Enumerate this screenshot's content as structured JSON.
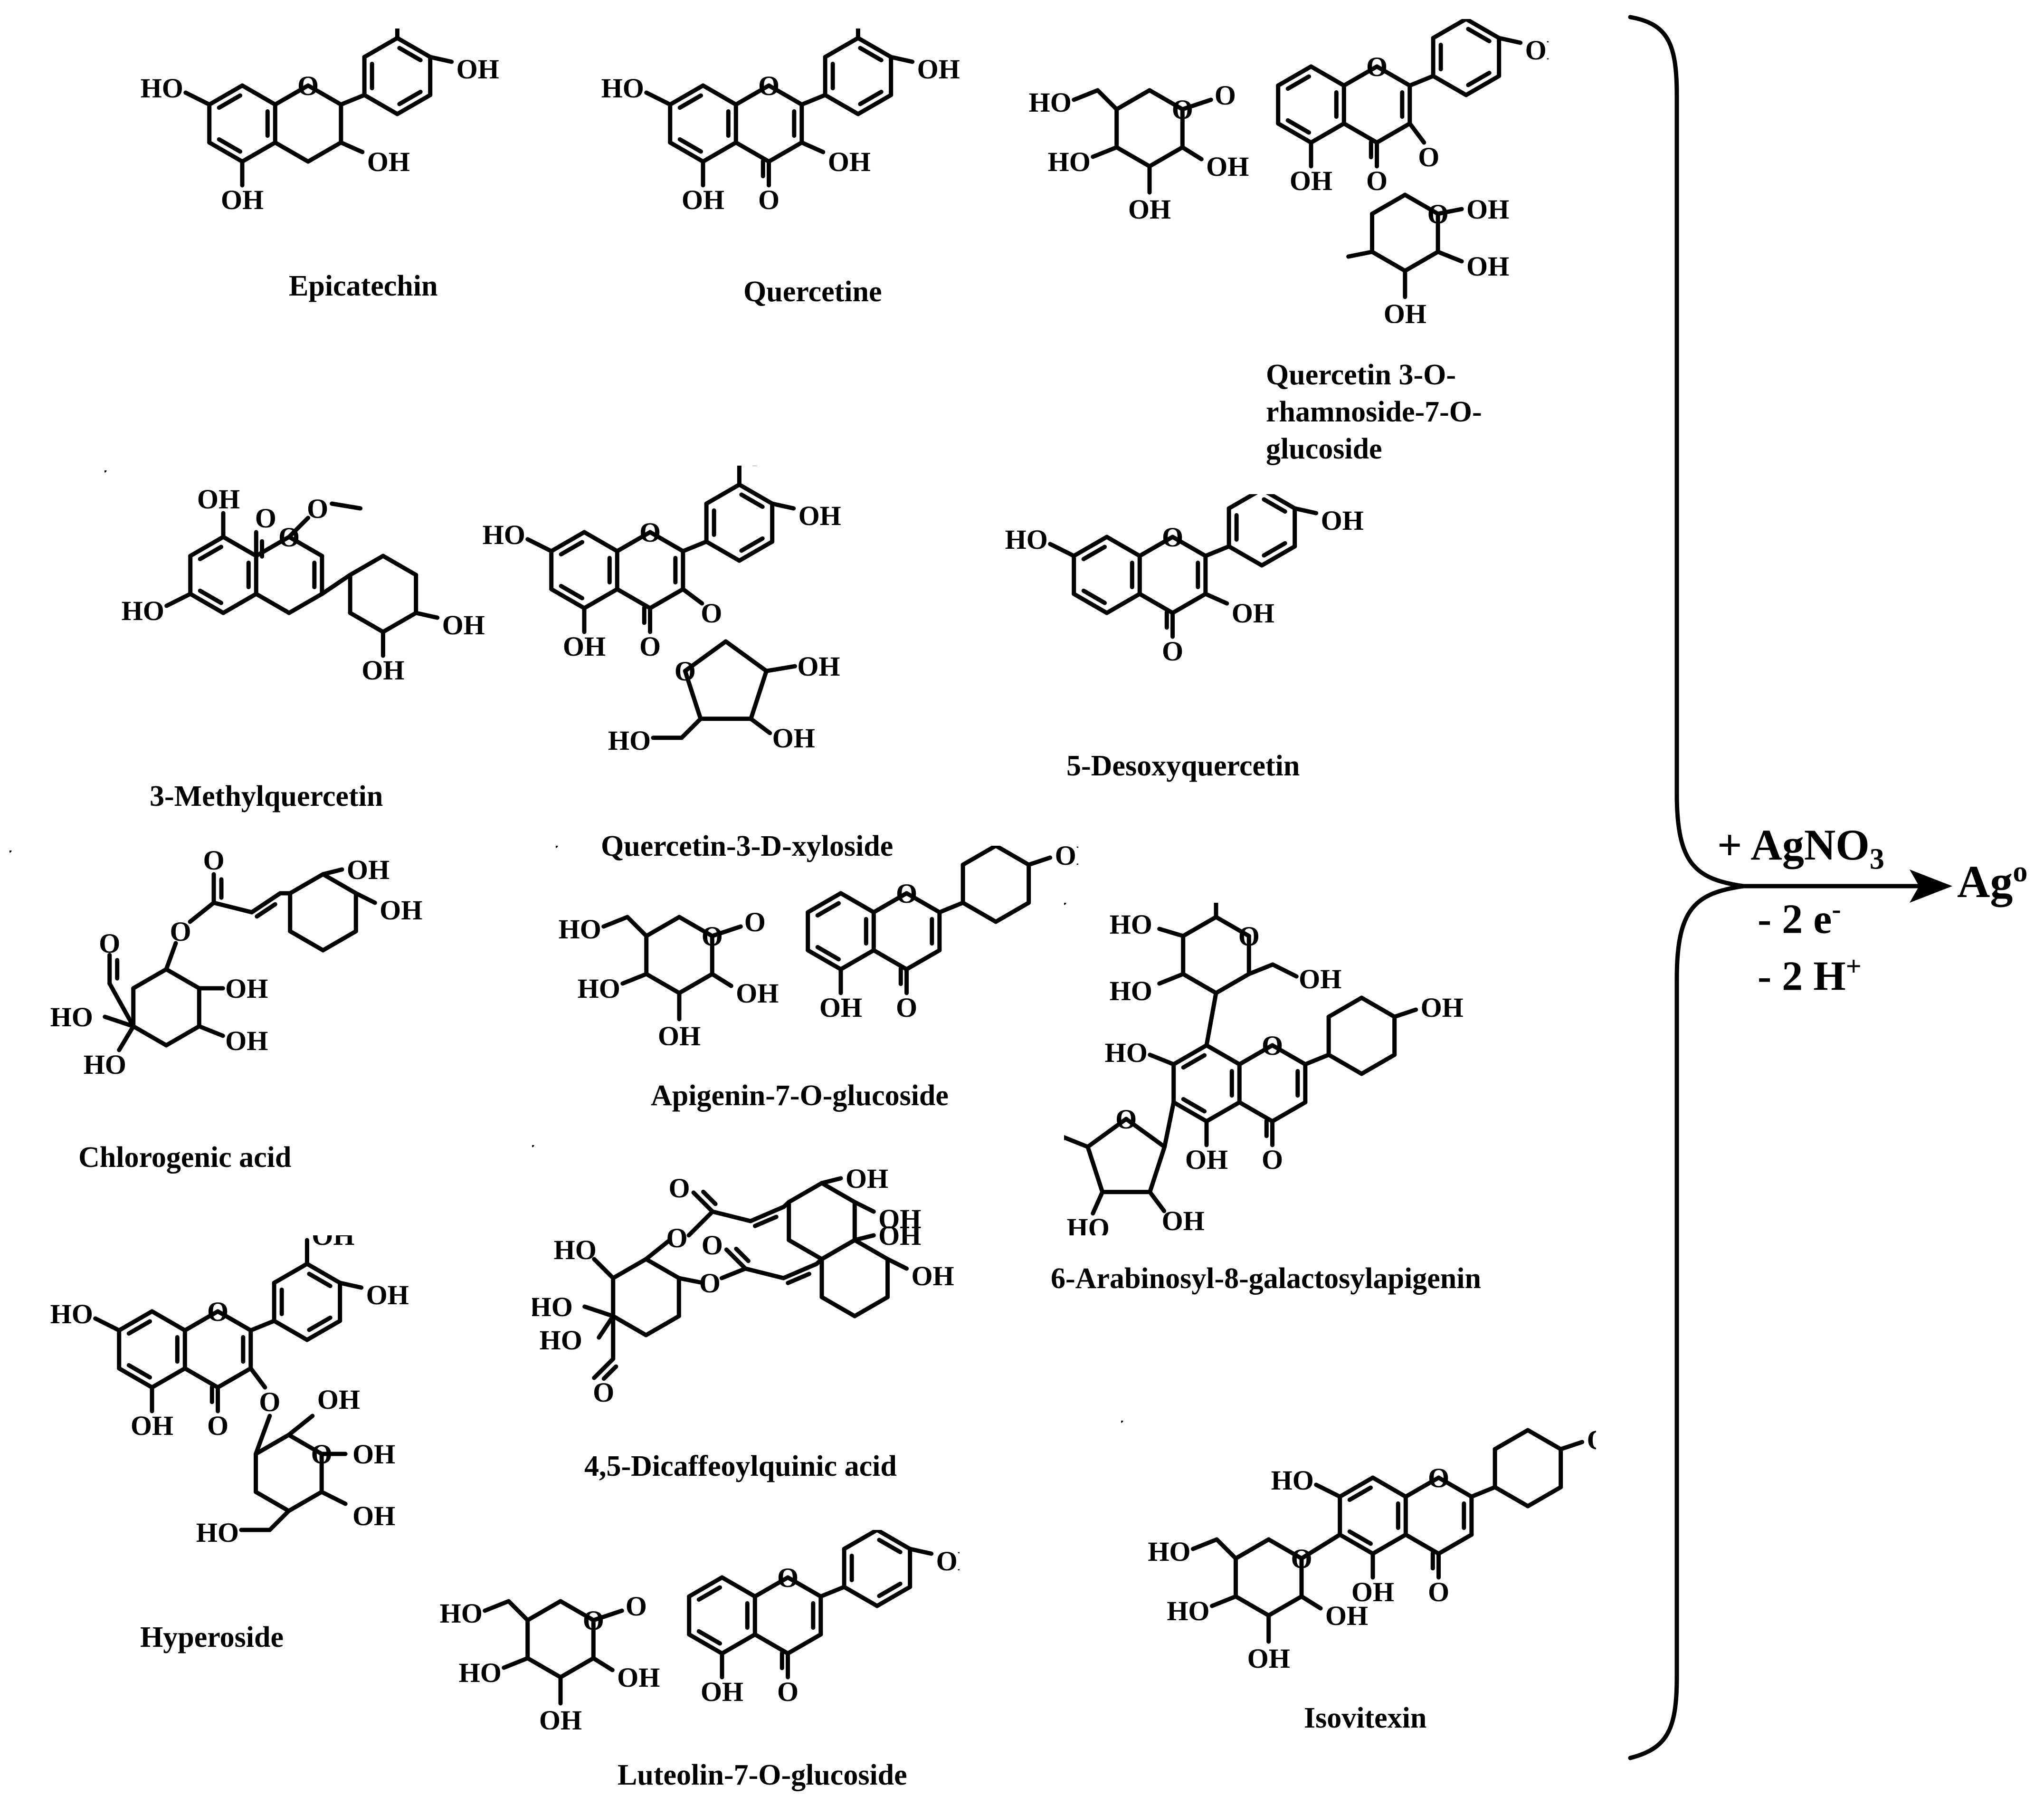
{
  "compounds": [
    {
      "key": "epicatechin",
      "name": "Epicatechin"
    },
    {
      "key": "quercetine",
      "name": "Quercetine"
    },
    {
      "key": "q3r7g",
      "name": "Quercetin 3-O-rhamnoside-7-O-glucoside"
    },
    {
      "key": "methylquercetin",
      "name": "3-Methylquercetin"
    },
    {
      "key": "q3dx",
      "name": "Quercetin-3-D-xyloside"
    },
    {
      "key": "desoxyquercetin",
      "name": "5-Desoxyquercetin"
    },
    {
      "key": "chlorogenic",
      "name": "Chlorogenic acid"
    },
    {
      "key": "apigenin7g",
      "name": "Apigenin-7-O-glucoside"
    },
    {
      "key": "arabinosyl",
      "name": "6-Arabinosyl-8-galactosylapigenin"
    },
    {
      "key": "dicaffeoyl",
      "name": "4,5-Dicaffeoylquinic acid"
    },
    {
      "key": "hyperoside",
      "name": "Hyperoside"
    },
    {
      "key": "luteolin7g",
      "name": "Luteolin-7-O-glucoside"
    },
    {
      "key": "isovitexin",
      "name": "Isovitexin"
    }
  ],
  "atom_labels": {
    "hydroxyl": "OH",
    "hydroxyl_left": "HO",
    "oxygen": "O"
  },
  "reaction": {
    "reagent": "AgNO",
    "reagent_subscript": "3",
    "reagent_prefix": "+",
    "product": "Ag",
    "product_superscript": "o",
    "loss_electrons": "- 2 e",
    "loss_electrons_sup": "-",
    "loss_protons": "- 2 H",
    "loss_protons_sup": "+"
  }
}
